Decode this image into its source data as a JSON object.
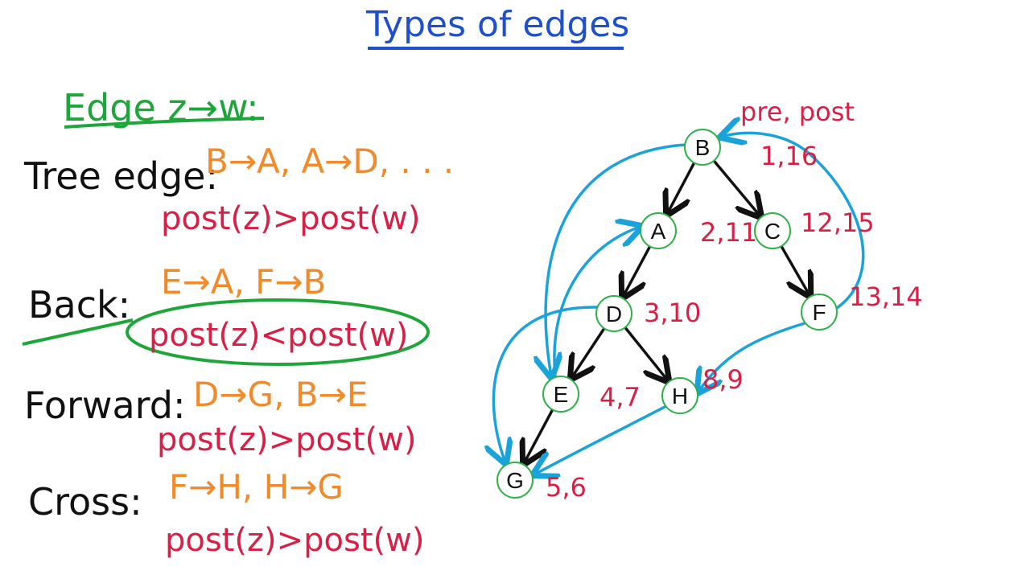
{
  "title": "Types of edges",
  "edge_heading": "Edge z→w:",
  "sections": [
    {
      "name": "Tree edge:",
      "examples": "B→A, A→D, . . .",
      "rule": "post(z)>post(w)"
    },
    {
      "name": "Back:",
      "examples": "E→A, F→B",
      "rule": "post(z)<post(w)"
    },
    {
      "name": "Forward:",
      "examples": "D→G, B→E",
      "rule": "post(z)>post(w)"
    },
    {
      "name": "Cross:",
      "examples": "F→H, H→G",
      "rule": "post(z)>post(w)"
    }
  ],
  "graph": {
    "header": "pre, post",
    "nodes": [
      {
        "id": "B",
        "numbers": "1,16"
      },
      {
        "id": "A",
        "numbers": "2,11"
      },
      {
        "id": "C",
        "numbers": "12,15"
      },
      {
        "id": "D",
        "numbers": "3,10"
      },
      {
        "id": "F",
        "numbers": "13,14"
      },
      {
        "id": "E",
        "numbers": "4,7"
      },
      {
        "id": "H",
        "numbers": "8,9"
      },
      {
        "id": "G",
        "numbers": "5,6"
      }
    ],
    "tree_edges": [
      [
        "B",
        "A"
      ],
      [
        "B",
        "C"
      ],
      [
        "A",
        "D"
      ],
      [
        "C",
        "F"
      ],
      [
        "D",
        "E"
      ],
      [
        "D",
        "H"
      ],
      [
        "E",
        "G"
      ]
    ],
    "non_tree_edges": [
      [
        "B",
        "E"
      ],
      [
        "E",
        "A"
      ],
      [
        "D",
        "G"
      ],
      [
        "F",
        "B"
      ],
      [
        "F",
        "H"
      ],
      [
        "H",
        "G"
      ]
    ]
  },
  "colors": {
    "title": "#1f4fc9",
    "heading": "#1fa63a",
    "examples": "#f08a2a",
    "rules": "#d81f45",
    "tree_edge": "#111111",
    "non_tree_edge": "#1aa3d9",
    "node_ring": "#2fb04a"
  }
}
